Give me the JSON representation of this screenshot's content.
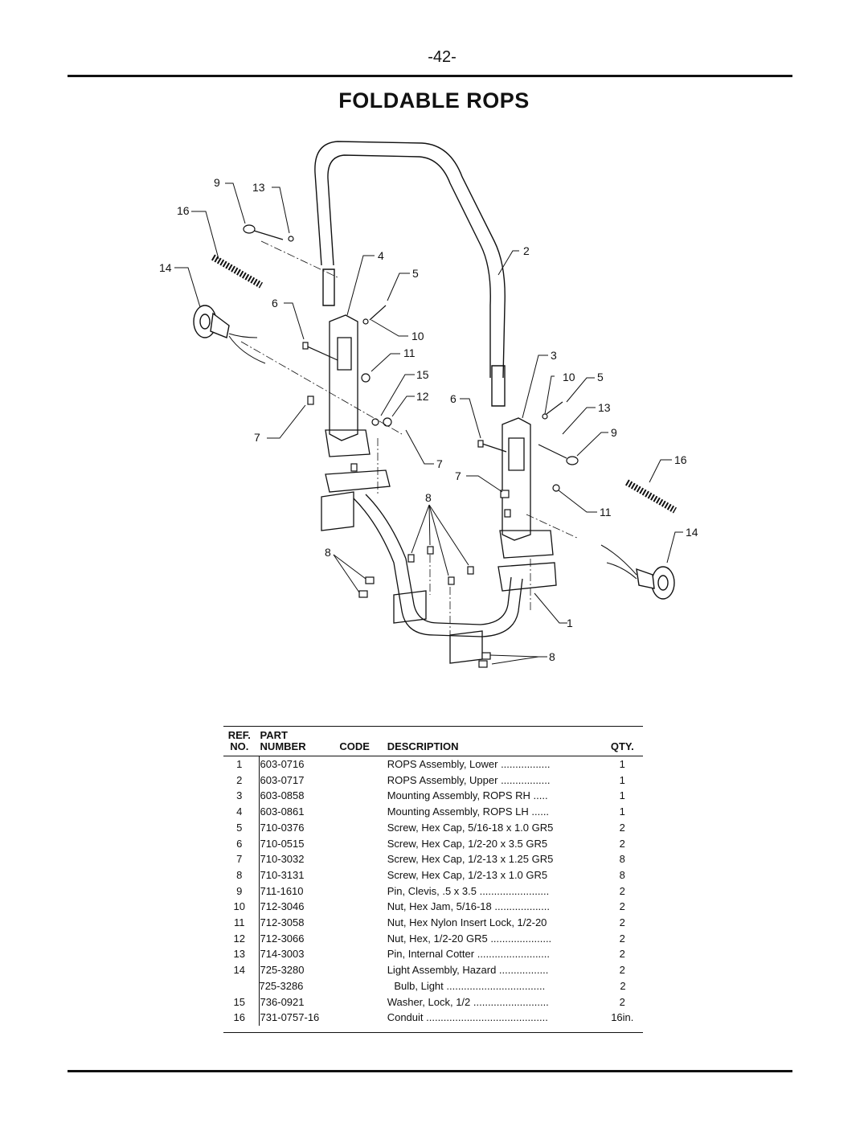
{
  "page_number": "-42-",
  "title": "FOLDABLE ROPS",
  "callouts": {
    "c1": "1",
    "c2": "2",
    "c3": "3",
    "c4": "4",
    "c5a": "5",
    "c5b": "5",
    "c6a": "6",
    "c6b": "6",
    "c7a": "7",
    "c7b": "7",
    "c7c": "7",
    "c8a": "8",
    "c8b": "8",
    "c8c": "8",
    "c9a": "9",
    "c9b": "9",
    "c10a": "10",
    "c10b": "10",
    "c11a": "11",
    "c11b": "11",
    "c12": "12",
    "c13a": "13",
    "c13b": "13",
    "c14a": "14",
    "c14b": "14",
    "c15": "15",
    "c16a": "16",
    "c16b": "16"
  },
  "table": {
    "headers": {
      "ref_line1": "REF.",
      "ref_line2": "NO.",
      "part_line1": "PART",
      "part_line2": "NUMBER",
      "code": "CODE",
      "description": "DESCRIPTION",
      "qty": "QTY."
    },
    "rows": [
      {
        "ref": "1",
        "part": "603-0716",
        "code": "",
        "desc": "ROPS Assembly, Lower .................",
        "qty": "1"
      },
      {
        "ref": "2",
        "part": "603-0717",
        "code": "",
        "desc": "ROPS Assembly, Upper .................",
        "qty": "1"
      },
      {
        "ref": "3",
        "part": "603-0858",
        "code": "",
        "desc": "Mounting Assembly, ROPS RH .....",
        "qty": "1"
      },
      {
        "ref": "4",
        "part": "603-0861",
        "code": "",
        "desc": "Mounting Assembly, ROPS LH ......",
        "qty": "1"
      },
      {
        "ref": "5",
        "part": "710-0376",
        "code": "",
        "desc": "Screw, Hex Cap, 5/16-18 x 1.0 GR5",
        "qty": "2"
      },
      {
        "ref": "6",
        "part": "710-0515",
        "code": "",
        "desc": "Screw, Hex Cap, 1/2-20 x 3.5 GR5",
        "qty": "2"
      },
      {
        "ref": "7",
        "part": "710-3032",
        "code": "",
        "desc": "Screw, Hex Cap, 1/2-13 x 1.25 GR5",
        "qty": "8"
      },
      {
        "ref": "8",
        "part": "710-3131",
        "code": "",
        "desc": "Screw, Hex Cap, 1/2-13 x 1.0 GR5",
        "qty": "8"
      },
      {
        "ref": "9",
        "part": "711-1610",
        "code": "",
        "desc": "Pin, Clevis, .5 x 3.5 ........................",
        "qty": "2"
      },
      {
        "ref": "10",
        "part": "712-3046",
        "code": "",
        "desc": "Nut, Hex Jam, 5/16-18 ...................",
        "qty": "2"
      },
      {
        "ref": "11",
        "part": "712-3058",
        "code": "",
        "desc": "Nut, Hex Nylon Insert Lock, 1/2-20",
        "qty": "2"
      },
      {
        "ref": "12",
        "part": "712-3066",
        "code": "",
        "desc": "Nut, Hex, 1/2-20 GR5 .....................",
        "qty": "2"
      },
      {
        "ref": "13",
        "part": "714-3003",
        "code": "",
        "desc": "Pin, Internal Cotter .........................",
        "qty": "2"
      },
      {
        "ref": "14",
        "part": "725-3280",
        "code": "",
        "desc": "Light Assembly, Hazard .................",
        "qty": "2"
      },
      {
        "ref": "",
        "part": "725-3286",
        "code": "",
        "desc": "Bulb, Light ..................................",
        "qty": "2",
        "sub": true
      },
      {
        "ref": "15",
        "part": "736-0921",
        "code": "",
        "desc": "Washer, Lock, 1/2 ..........................",
        "qty": "2"
      },
      {
        "ref": "16",
        "part": "731-0757-16",
        "code": "",
        "desc": "Conduit ..........................................",
        "qty": "16in."
      }
    ]
  }
}
